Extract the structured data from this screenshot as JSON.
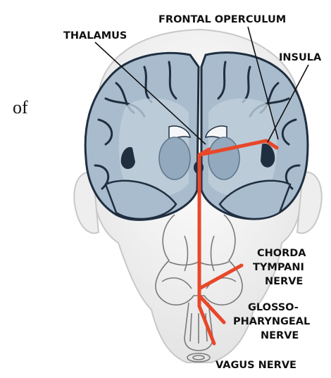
{
  "side_text": "of",
  "labels": {
    "frontal_operculum": "FRONTAL OPERCULUM",
    "thalamus": "THALAMUS",
    "insula": "INSULA",
    "chorda_tympani": [
      "CHORDA",
      "TYMPANI",
      "NERVE"
    ],
    "glossopharyngeal": [
      "GLOSSO-",
      "PHARYNGEAL",
      "NERVE"
    ],
    "vagus": "VAGUS NERVE"
  },
  "colors": {
    "pathway": "#e8472a",
    "brain_fill": "#a9bccd",
    "brain_sulci": "#1f2f40",
    "head_outline": "#c8c8c8",
    "label_text": "#111111"
  }
}
